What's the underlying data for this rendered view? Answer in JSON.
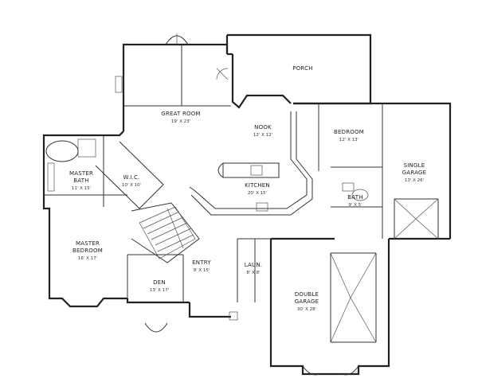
{
  "rooms": {
    "porch": {
      "name": "PORCH",
      "size": ""
    },
    "great_room": {
      "name": "GREAT ROOM",
      "size": "19' X 23'"
    },
    "nook": {
      "name": "NOOK",
      "size": "12' X 12'"
    },
    "kitchen": {
      "name": "KITCHEN",
      "size": "20' X 15'"
    },
    "bedroom": {
      "name": "BEDROOM",
      "size": "12' X 13'"
    },
    "single_garage": {
      "name_line1": "SINGLE",
      "name_line2": "GARAGE",
      "size": "13' X 26'"
    },
    "master_bath": {
      "name_line1": "MASTER",
      "name_line2": "BATH",
      "size": "11' X 15'"
    },
    "wic": {
      "name": "W.I.C.",
      "size": "10' X 10'"
    },
    "bath": {
      "name": "BATH",
      "size": "9' X 5'"
    },
    "master_bedroom": {
      "name_line1": "MASTER",
      "name_line2": "BEDROOM",
      "size": "16' X 17'"
    },
    "entry": {
      "name": "ENTRY",
      "size": "9' X 15'"
    },
    "laundry": {
      "name": "LAUN.",
      "size": "8' X 8'"
    },
    "den": {
      "name": "DEN",
      "size": "13' X 17'"
    },
    "double_garage": {
      "name_line1": "DOUBLE",
      "name_line2": "GARAGE",
      "size": "30' X 28'"
    }
  }
}
